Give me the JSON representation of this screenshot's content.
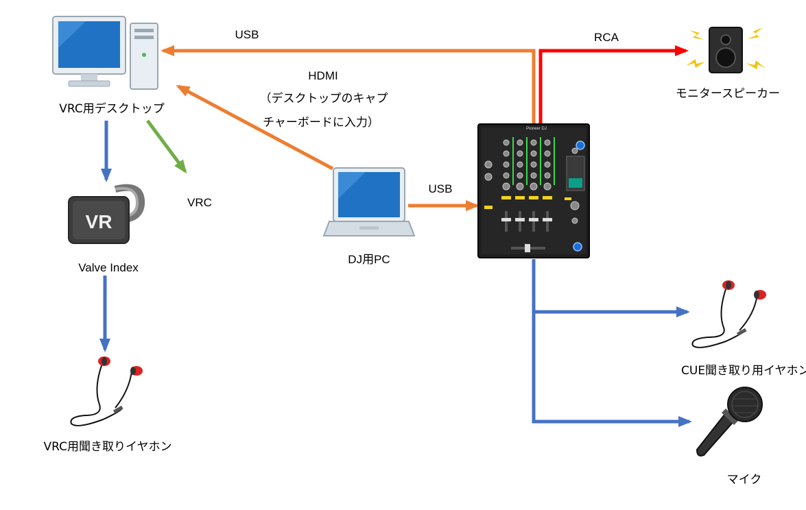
{
  "nodes": {
    "desktop": "VRC用デスクトップ",
    "vr_headset": "Valve Index",
    "vr_headset_icon_text": "VR",
    "vrc_earphone": "VRC用聞き取りイヤホン",
    "dj_pc": "DJ用PC",
    "mixer": "Pioneer DJ",
    "monitor_speaker": "モニタースピーカー",
    "cue_earphone": "CUE聞き取り用イヤホン",
    "mic": "マイク"
  },
  "edges": {
    "usb_mixer_to_desktop": "USB",
    "rca": "RCA",
    "hdmi_line1": "HDMI",
    "hdmi_line2": "（デスクトップのキャプ",
    "hdmi_line3": "チャーボードに入力）",
    "usb_pc_to_mixer": "USB",
    "vrc": "VRC"
  },
  "colors": {
    "orange": "#ED7D31",
    "red": "#FF0000",
    "blue": "#4472C4",
    "green": "#70AD47"
  }
}
